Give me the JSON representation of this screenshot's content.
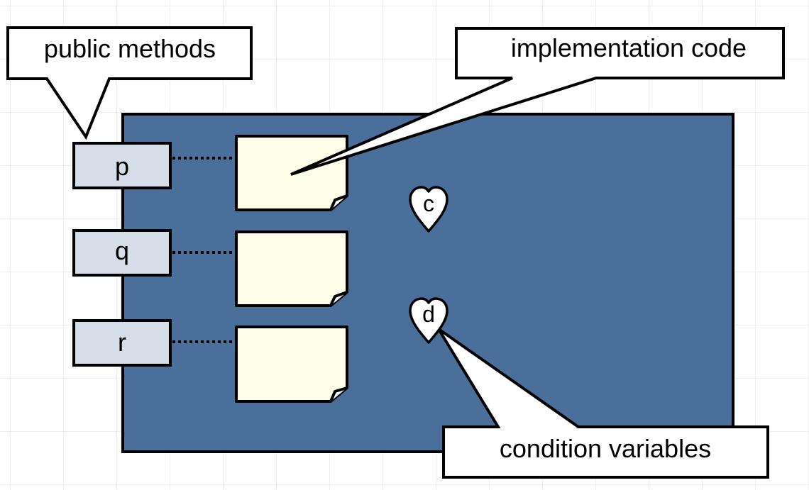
{
  "callouts": {
    "public_methods": "public methods",
    "implementation_code": "implementation code",
    "condition_variables": "condition variables"
  },
  "methods": [
    "p",
    "q",
    "r"
  ],
  "condition_vars": [
    "c",
    "d"
  ],
  "colors": {
    "monitor_fill": "#4a6f9b",
    "method_fill": "#d5dde8",
    "code_fill": "#fefee8",
    "callout_fill": "#ffffff",
    "stroke": "#000000"
  }
}
